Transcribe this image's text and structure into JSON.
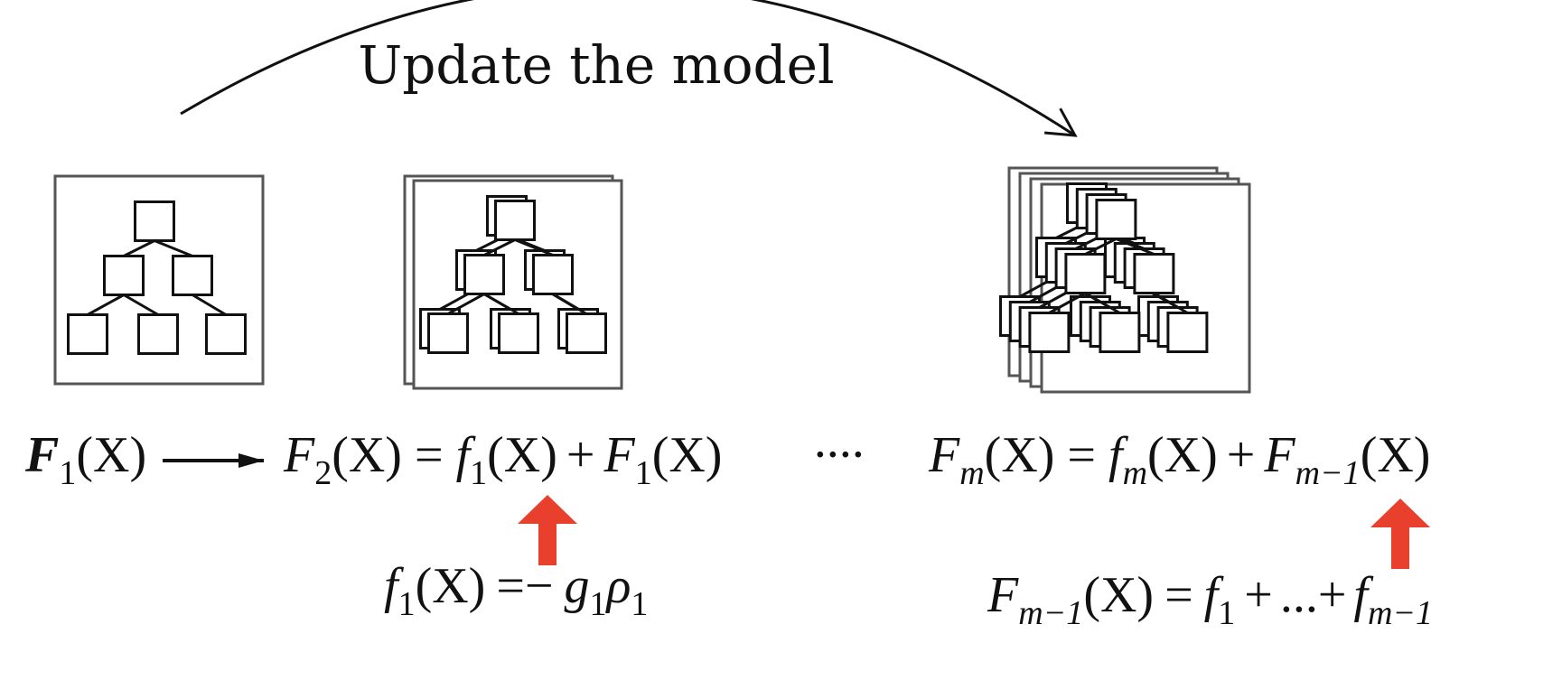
{
  "title": "Update the model",
  "colors": {
    "ink": "#111111",
    "frame": "#555555",
    "accent": "#e8402c"
  },
  "equations": {
    "f1": {
      "base": "F",
      "sub": "1",
      "arg": "(X)"
    },
    "f2": {
      "lhs_base": "F",
      "lhs_sub": "2",
      "lhs_arg": "(X)",
      "eq": "=",
      "t1_base": "f",
      "t1_sub": "1",
      "t1_arg": "(X)",
      "plus": "+",
      "t2_base": "F",
      "t2_sub": "1",
      "t2_arg": "(X)"
    },
    "dots": "····",
    "fm": {
      "lhs_base": "F",
      "lhs_sub": "m",
      "lhs_arg": "(X)",
      "eq": "=",
      "t1_base": "f",
      "t1_sub": "m",
      "t1_arg": "(X)",
      "plus": "+",
      "t2_base": "F",
      "t2_sub": "m−1",
      "t2_arg": "(X)"
    }
  },
  "notes": {
    "left": {
      "base": "f",
      "sub": "1",
      "arg": "(X)",
      "eq": "=",
      "minus": "−",
      "g": "g",
      "g_sub": "1",
      "rho": "ρ",
      "rho_sub": "1"
    },
    "right": {
      "base": "F",
      "sub": "m−1",
      "arg": "(X)",
      "eq": "=",
      "a": "f",
      "a_sub": "1",
      "plus1": "+",
      "ellipsis": "...",
      "plus2": "+",
      "b": "f",
      "b_sub": "m−1"
    }
  }
}
